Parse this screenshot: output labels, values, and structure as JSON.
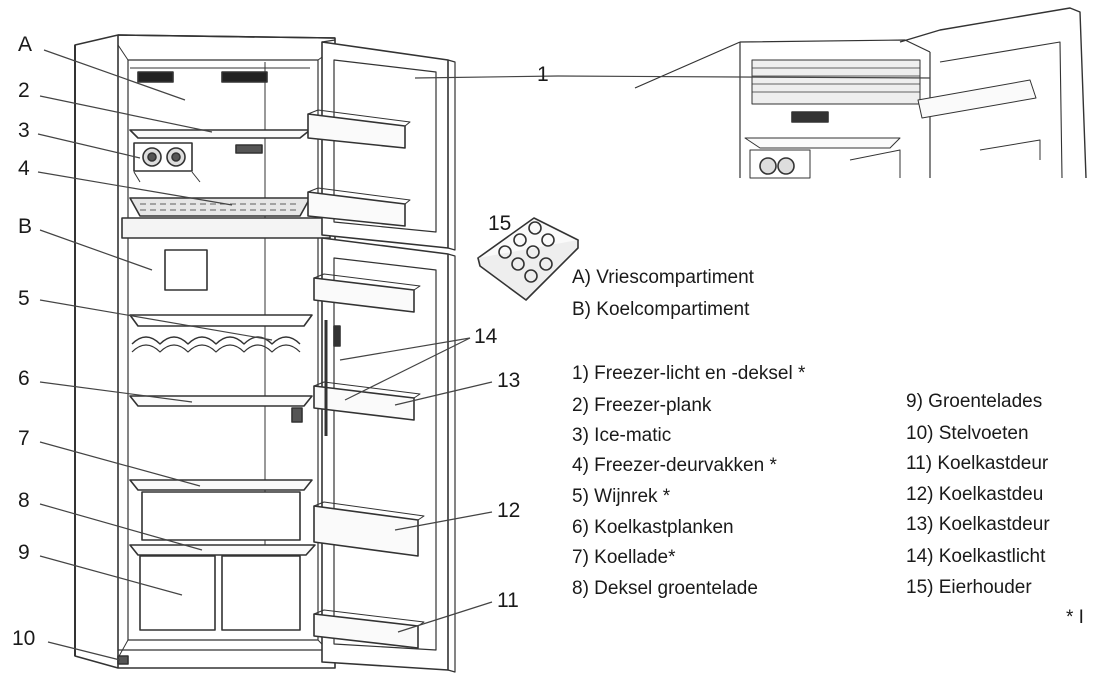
{
  "callouts": {
    "A": "A",
    "B": "B",
    "n1": "1",
    "n2": "2",
    "n3": "3",
    "n4": "4",
    "n5": "5",
    "n6": "6",
    "n7": "7",
    "n8": "8",
    "n9": "9",
    "n10": "10",
    "n11": "11",
    "n12": "12",
    "n13": "13",
    "n14": "14",
    "n15": "15"
  },
  "legend": {
    "compartments": [
      "A) Vriescompartiment",
      "B) Koelcompartiment"
    ],
    "column_left": [
      "1) Freezer-licht en -deksel *",
      "2) Freezer-plank",
      "3) Ice-matic",
      "4) Freezer-deurvakken *",
      "5) Wijnrek *",
      "6) Koelkastplanken",
      "7) Koellade*",
      "8) Deksel groentelade"
    ],
    "column_right": [
      "9) Groentelades",
      "10) Stelvoeten",
      "11) Koelkastdeur",
      "12) Koelkastdeu",
      "13) Koelkastdeur",
      "14) Koelkastlicht",
      "15) Eierhouder"
    ],
    "footnote": "* I"
  }
}
